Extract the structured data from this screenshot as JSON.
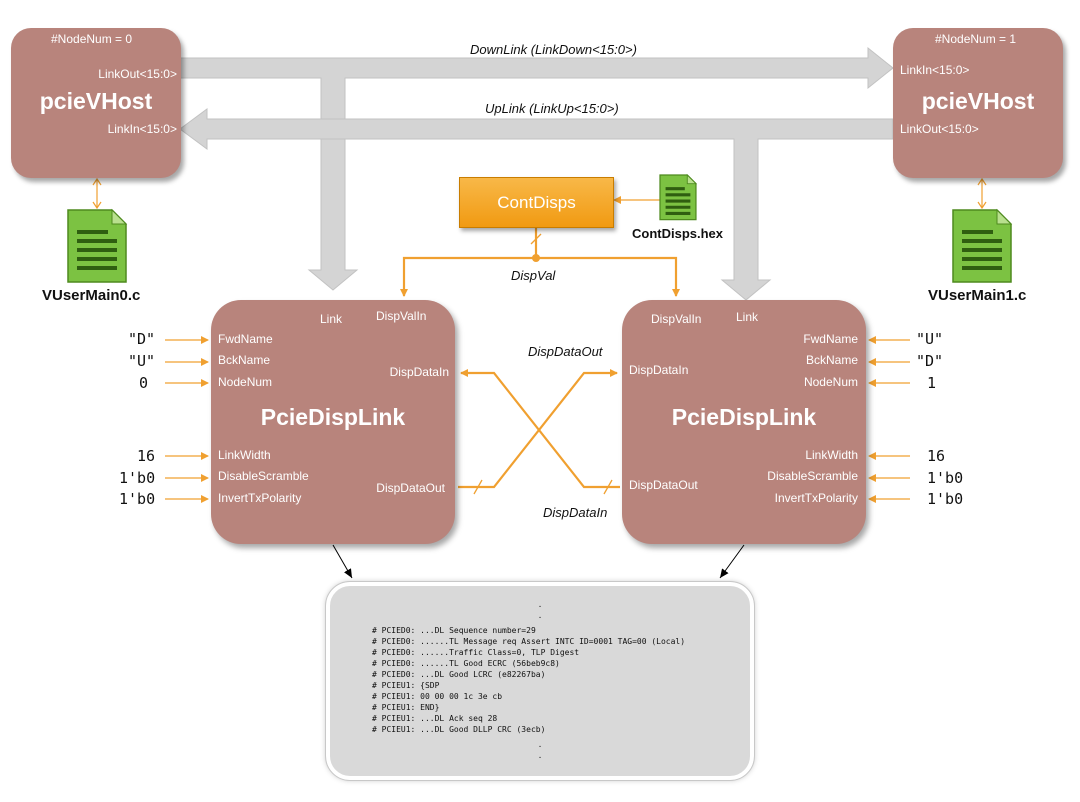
{
  "host0": {
    "nodenum": "#NodeNum  = 0",
    "title": "pcieVHost",
    "out_port": "LinkOut<15:0>",
    "in_port": "LinkIn<15:0>",
    "file": "VUserMain0.c"
  },
  "host1": {
    "nodenum": "#NodeNum  = 1",
    "title": "pcieVHost",
    "in_port": "LinkIn<15:0>",
    "out_port": "LinkOut<15:0>",
    "file": "VUserMain1.c"
  },
  "downlink": "DownLink  (LinkDown<15:0>)",
  "uplink": "UpLink  (LinkUp<15:0>)",
  "contdisps": {
    "title": "ContDisps",
    "file": "ContDisps.hex"
  },
  "dispval": "DispVal",
  "dispdataout": "DispDataOut",
  "dispdatain": "DispDataIn",
  "link0": {
    "title": "PcieDispLink",
    "link": "Link",
    "dispvalin": "DispValIn",
    "dispdatain": "DispDataIn",
    "dispdataout": "DispDataOut",
    "ports": [
      "FwdName",
      "BckName",
      "NodeNum",
      "LinkWidth",
      "DisableScramble",
      "InvertTxPolarity"
    ],
    "values": [
      "\"D\"",
      "\"U\"",
      "0",
      "16",
      "1'b0",
      "1'b0"
    ]
  },
  "link1": {
    "title": "PcieDispLink",
    "link": "Link",
    "dispvalin": "DispValIn",
    "dispdatain": "DispDataIn",
    "dispdataout": "DispDataOut",
    "ports": [
      "FwdName",
      "BckName",
      "NodeNum",
      "LinkWidth",
      "DisableScramble",
      "InvertTxPolarity"
    ],
    "values": [
      "\"U\"",
      "\"D\"",
      "1",
      "16",
      "1'b0",
      "1'b0"
    ]
  },
  "log": {
    "lines": [
      "# PCIED0: ...DL Sequence number=29",
      "# PCIED0: ......TL Message req Assert INTC ID=0001 TAG=00 (Local)",
      "# PCIED0: ......Traffic Class=0, TLP Digest",
      "# PCIED0: ......TL Good ECRC (56beb9c8)",
      "# PCIED0: ...DL Good LCRC (e82267ba)",
      "# PCIEU1: {SDP",
      "# PCIEU1: 00 00 00 1c 3e cb",
      "# PCIEU1: END}",
      "# PCIEU1: ...DL Ack seq 28",
      "# PCIEU1: ...DL Good DLLP CRC (3ecb)"
    ],
    "dot": "."
  }
}
